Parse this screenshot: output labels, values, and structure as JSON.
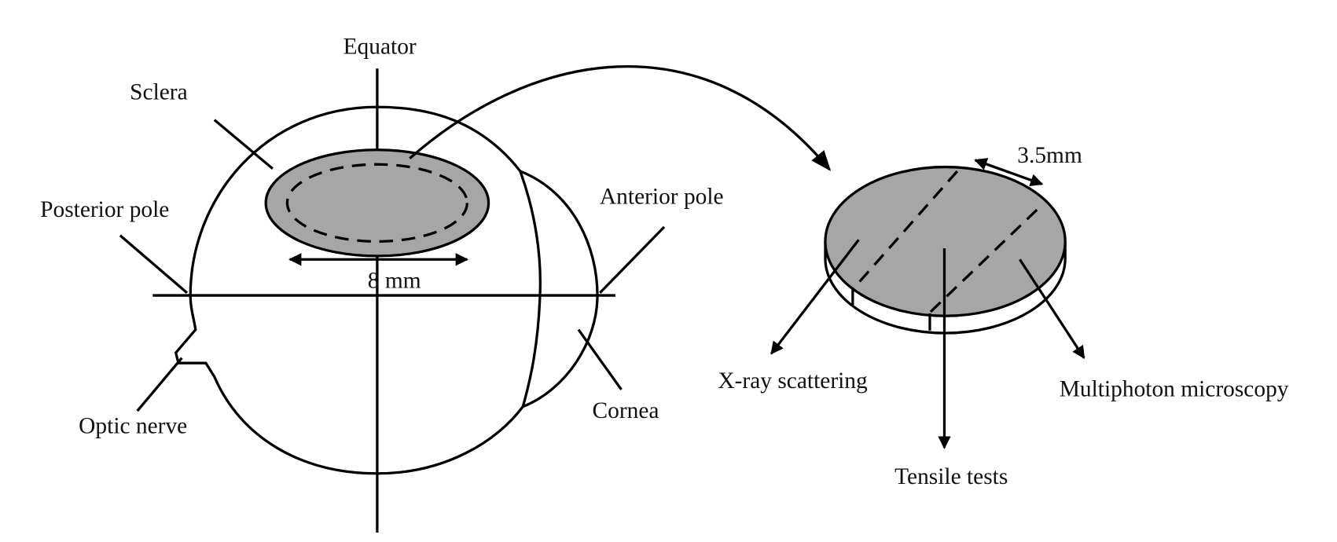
{
  "colors": {
    "tissue_fill": "#a6a6a6",
    "line": "#000000",
    "background": "#ffffff"
  },
  "eye": {
    "labels": {
      "equator": "Equator",
      "sclera": "Sclera",
      "posterior_pole": "Posterior pole",
      "anterior_pole": "Anterior pole",
      "optic_nerve": "Optic nerve",
      "cornea": "Cornea",
      "sample_width": "8 mm"
    }
  },
  "sample": {
    "labels": {
      "strip_width": "3.5mm",
      "xray": "X-ray scattering",
      "tensile": "Tensile tests",
      "multiphoton": "Multiphoton microscopy"
    }
  }
}
